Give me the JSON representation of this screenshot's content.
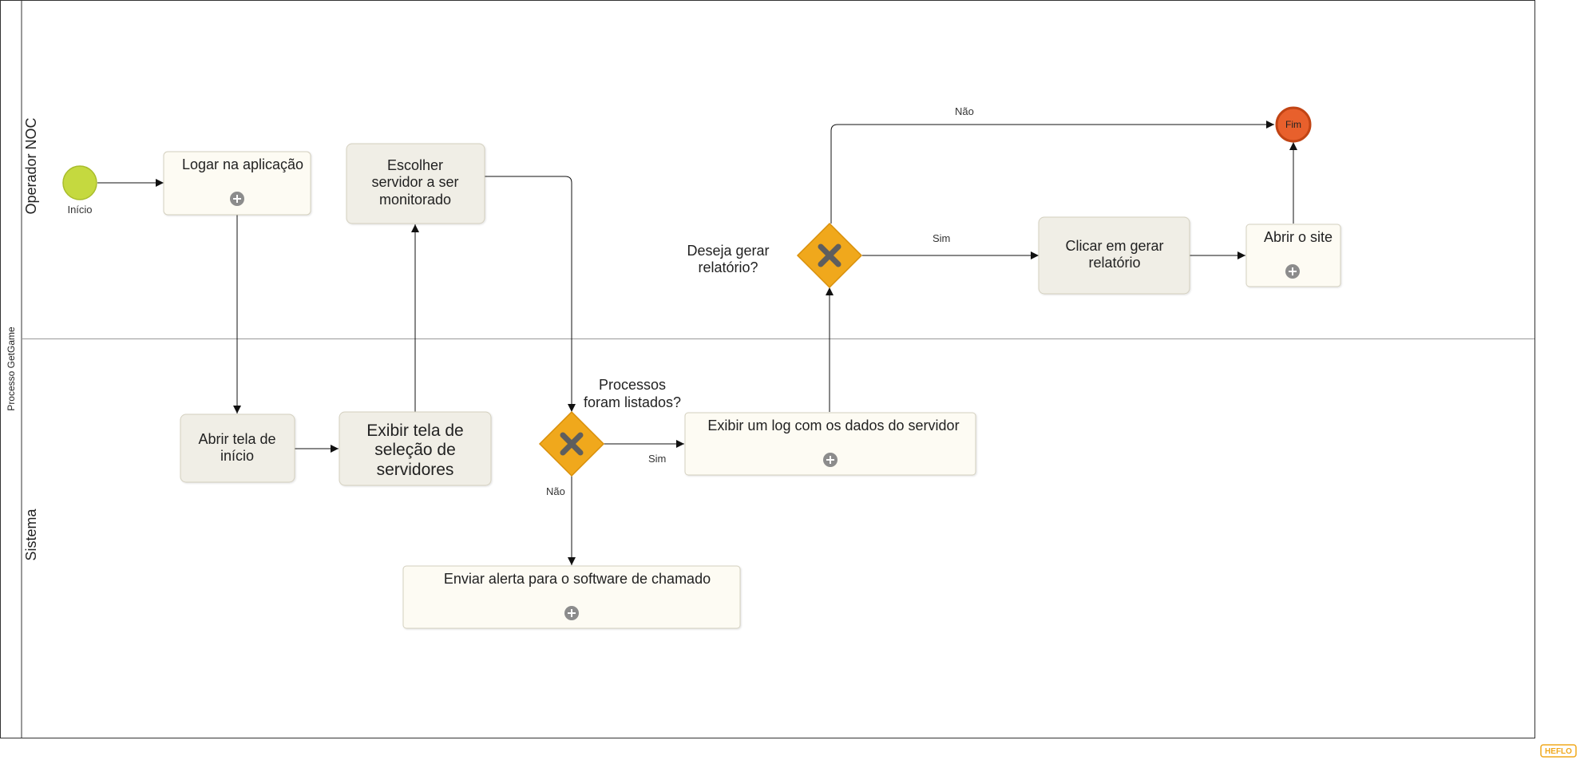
{
  "pool": {
    "title": "Processo GetGame"
  },
  "lanes": [
    {
      "name": "Operador NOC"
    },
    {
      "name": "Sistema"
    }
  ],
  "events": {
    "start": {
      "label": "Início"
    },
    "end": {
      "label": "Fim"
    }
  },
  "tasks": {
    "logar": {
      "label": "Logar na aplicação"
    },
    "escolher": {
      "line1": "Escolher",
      "line2": "servidor a ser",
      "line3": "monitorado"
    },
    "abrir_tela": {
      "line1": "Abrir tela de",
      "line2": "início"
    },
    "exibir_tela": {
      "line1": "Exibir tela de",
      "line2": "seleção de",
      "line3": "servidores"
    },
    "exibir_log": {
      "label": "Exibir um log com os dados do servidor"
    },
    "enviar_alerta": {
      "label": "Enviar alerta para o software de chamado"
    },
    "clicar": {
      "line1": "Clicar em gerar",
      "line2": "relatório"
    },
    "abrir_site": {
      "label": "Abrir o site"
    }
  },
  "gateways": {
    "processos": {
      "line1": "Processos",
      "line2": "foram listados?"
    },
    "relatorio": {
      "line1": "Deseja gerar",
      "line2": "relatório?"
    }
  },
  "flows": {
    "sim_log": "Sim",
    "nao_alerta": "Não",
    "sim_clicar": "Sim",
    "nao_fim": "Não"
  },
  "brand": {
    "logo": "HEFLO"
  },
  "colors": {
    "start_event": "#c5d93f",
    "end_event": "#e8602c",
    "gateway": "#f0a81c",
    "task_subprocess_fill": "#fdfbf3",
    "task_fill": "#f0eee6",
    "task_stroke": "#d4d0bf"
  }
}
